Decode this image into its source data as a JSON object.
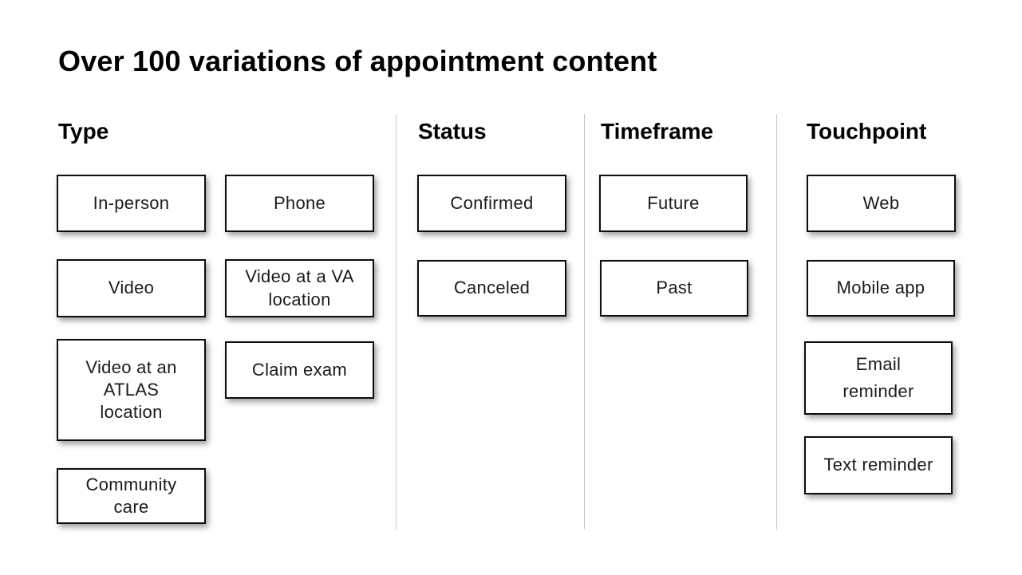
{
  "title": "Over 100 variations of appointment content",
  "columns": [
    {
      "label": "Type",
      "boxes": [
        "In-person",
        "Phone",
        "Video",
        "Video at a VA\nlocation",
        "Video at an\nATLAS\nlocation",
        "Claim exam",
        "Community\ncare"
      ]
    },
    {
      "label": "Status",
      "boxes": [
        "Confirmed",
        "Canceled"
      ]
    },
    {
      "label": "Timeframe",
      "boxes": [
        "Future",
        "Past"
      ]
    },
    {
      "label": "Touchpoint",
      "boxes": [
        "Web",
        "Mobile app",
        "Email\nreminder",
        "Text reminder"
      ]
    }
  ],
  "colors": {
    "background": "#ffffff",
    "box_border": "#0d0d0d",
    "divider": "#c6c6c6",
    "text": "#1b1b1b"
  }
}
